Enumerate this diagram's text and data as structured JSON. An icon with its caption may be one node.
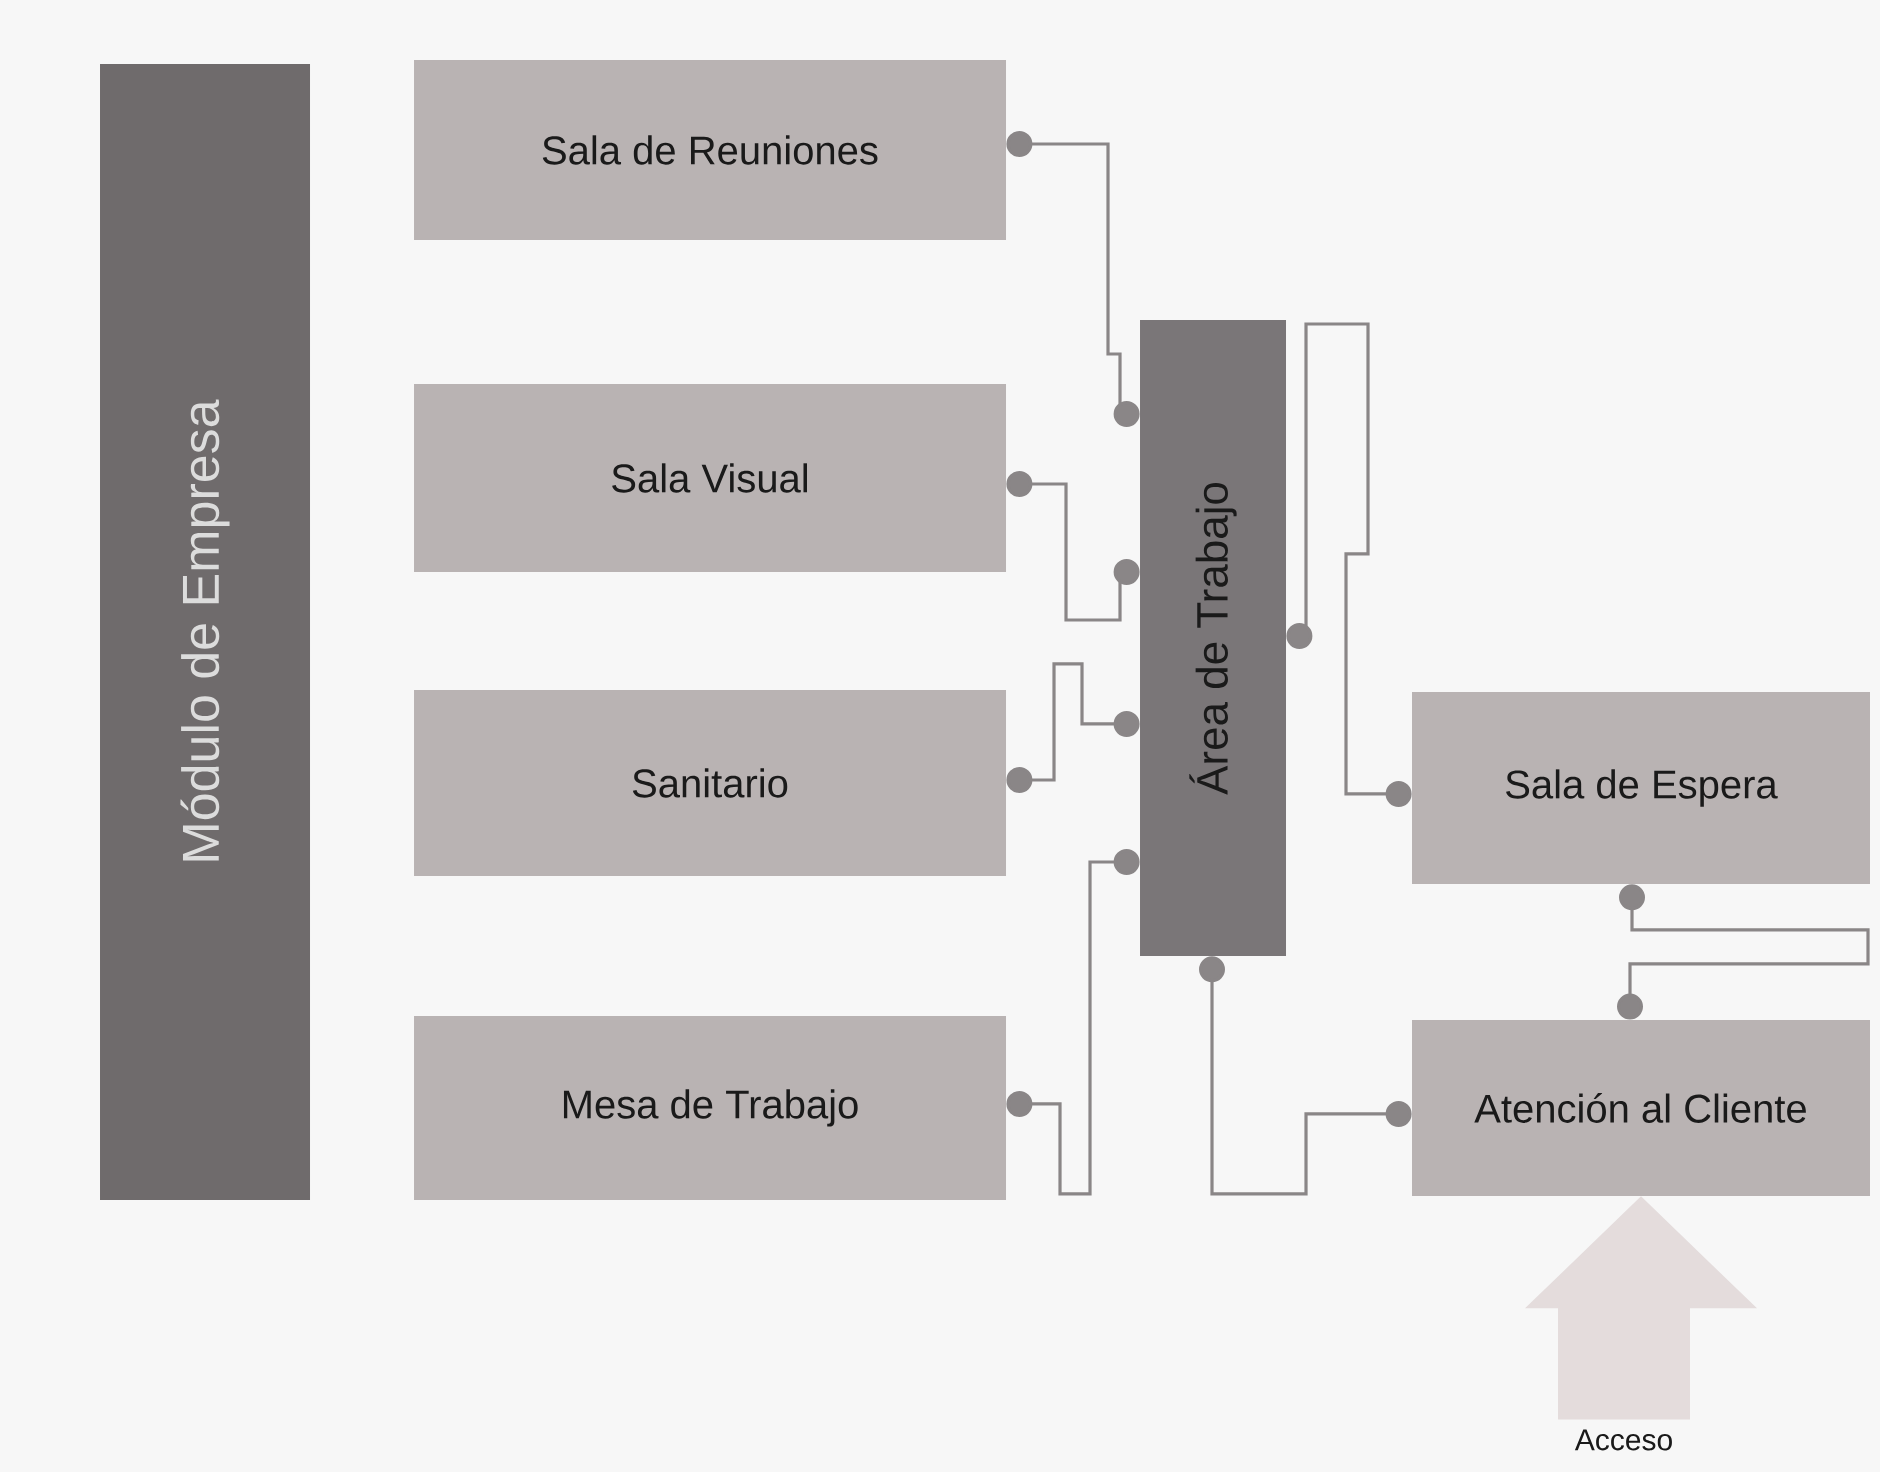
{
  "diagram": {
    "nodes": [
      {
        "text": [
          "Módulo de Empresa"
        ]
      },
      {
        "text": [
          "Sala de Reuniones"
        ]
      },
      {
        "text": [
          "Sala Visual"
        ]
      },
      {
        "text": [
          "Sanitario"
        ]
      },
      {
        "text": [
          "Mesa de Trabajo"
        ]
      },
      {
        "text": [
          "Área de Trabajo"
        ]
      },
      {
        "text": [
          "Sala de Espera"
        ]
      },
      {
        "text": [
          "Atención al Cliente"
        ]
      },
      {
        "text": [
          "Acceso"
        ]
      }
    ],
    "edges": [
      {
        "from": 1,
        "to": 5,
        "arrow": "other"
      },
      {
        "from": 2,
        "to": 5,
        "arrow": "other"
      },
      {
        "from": 3,
        "to": 5,
        "arrow": "other"
      },
      {
        "from": 4,
        "to": 5,
        "arrow": "other"
      },
      {
        "from": 5,
        "to": 6,
        "arrow": "other"
      },
      {
        "from": 5,
        "to": 7,
        "arrow": "other"
      },
      {
        "from": 6,
        "to": 7,
        "arrow": "other"
      },
      {
        "from": 8,
        "to": 7,
        "arrow": "to",
        "style": "thick",
        "color": "#e4dcdc"
      }
    ]
  }
}
